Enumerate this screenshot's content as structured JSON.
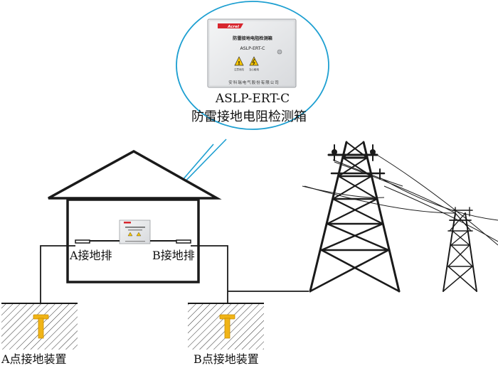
{
  "device": {
    "model": "ASLP-ERT-C",
    "name": "防雷接地电阻检测箱",
    "panel_title": "防雷接地电阻检测箱",
    "panel_model": "ASLP-ERT-C",
    "panel_brand": "Acrel",
    "warning_left": "注意危险",
    "warning_right": "当心触电",
    "manufacturer": "安科瑞电气股份有限公司"
  },
  "labels": {
    "busbar_a": "A接地排",
    "busbar_b": "B接地排",
    "ground_a": "A点接地装置",
    "ground_b": "B点接地装置"
  },
  "colors": {
    "outline": "#1a1a1a",
    "callout": "#1d9fd1",
    "electrode": "#f0b417",
    "box_face": "#e9eaec",
    "brand_red": "#d7262e",
    "warning_yellow": "#f5c400"
  }
}
